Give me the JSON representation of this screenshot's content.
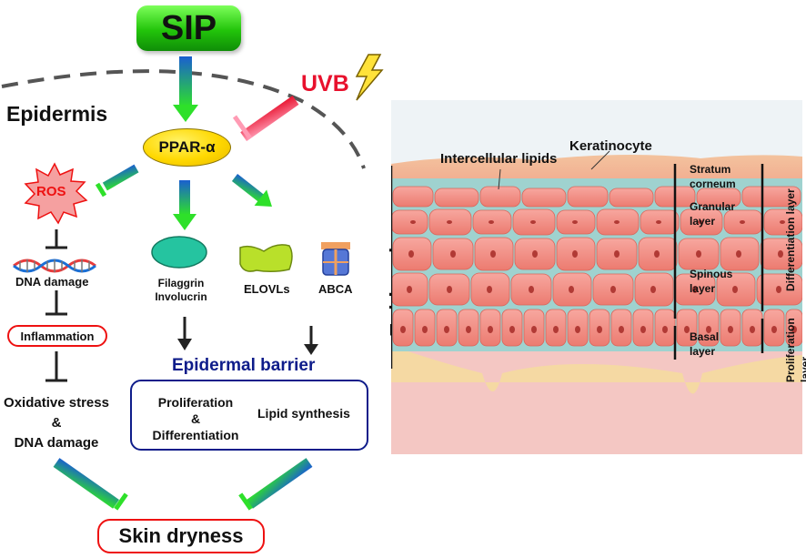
{
  "nodes": {
    "sip": "SIP",
    "uvb": "UVB",
    "ppar": "PPAR-α",
    "ros": "ROS",
    "dna_damage": "DNA damage",
    "inflammation": "Inflammation",
    "oxidative": [
      "Oxidative stress",
      "&",
      "DNA damage"
    ],
    "filaggrin": [
      "Filaggrin",
      "Involucrin"
    ],
    "elovls": "ELOVLs",
    "abca": "ABCA",
    "epidermal_barrier": "Epidermal barrier",
    "prolif_diff": [
      "Proliferation",
      "&",
      "Differentiation"
    ],
    "lipid_synthesis": "Lipid synthesis",
    "skin_dryness": "Skin dryness",
    "epidermis_left": "Epidermis"
  },
  "skin": {
    "intercellular_lipids": "Intercellular lipids",
    "keratinocyte": "Keratinocyte",
    "epidermis_vertical": "Epidermis",
    "layers": {
      "stratum_corneum": [
        "Stratum",
        "corneum"
      ],
      "granular": [
        "Granular",
        "layer"
      ],
      "spinous": [
        "Spinous",
        "layer"
      ],
      "basal": [
        "Basal",
        "layer"
      ]
    },
    "differentiation_layer": "Differentiation layer",
    "proliferation_layer": "Proliferation layer"
  },
  "colors": {
    "green": "#2ecc1a",
    "blue": "#1a6fd6",
    "red": "#e8112d",
    "navy": "#0e1c8a",
    "yellow": "#ffd800",
    "skin_cell": "#f08a80"
  }
}
